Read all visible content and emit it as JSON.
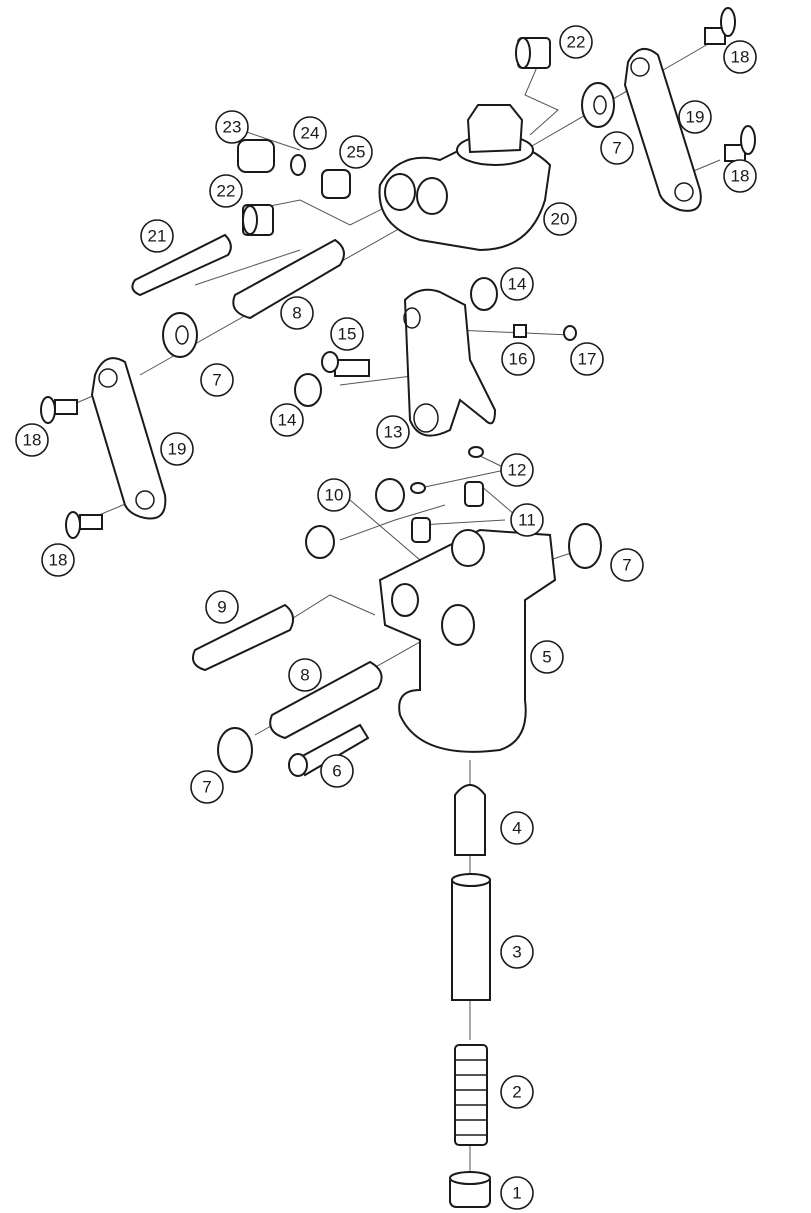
{
  "diagram": {
    "type": "exploded-parts-view",
    "callouts": [
      "22",
      "18",
      "23",
      "24",
      "25",
      "19",
      "7",
      "18",
      "22",
      "20",
      "21",
      "14",
      "8",
      "15",
      "16",
      "17",
      "7",
      "14",
      "13",
      "18",
      "19",
      "12",
      "10",
      "11",
      "18",
      "7",
      "9",
      "5",
      "8",
      "6",
      "7",
      "4",
      "3",
      "2",
      "1"
    ]
  }
}
